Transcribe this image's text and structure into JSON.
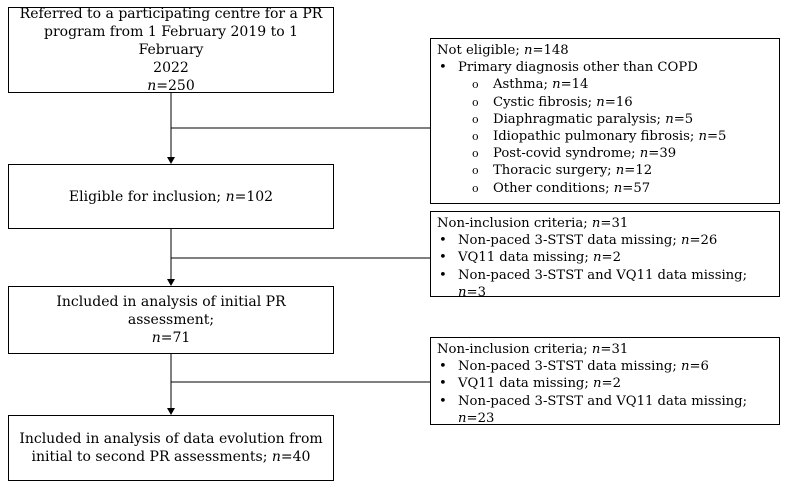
{
  "main_boxes": [
    {
      "lines": [
        "Referred to a participating centre for a PR",
        "program from 1 February 2019 to 1 February",
        "2022"
      ],
      "n": "250"
    },
    {
      "lines": [
        "Eligible for inclusion; "
      ],
      "n": "102",
      "inline": true
    },
    {
      "lines": [
        "Included in analysis of initial PR assessment;"
      ],
      "n": "71"
    },
    {
      "lines": [
        "Included in analysis of data evolution from",
        "initial to second PR assessments; "
      ],
      "n": "40",
      "inline": true
    }
  ],
  "side_boxes": [
    {
      "title": "Not eligible; ",
      "title_n": "148",
      "items": [
        {
          "text": "Primary diagnosis other than COPD",
          "n": "",
          "level": 1
        },
        {
          "text": "Asthma; ",
          "n": "14",
          "level": 2
        },
        {
          "text": "Cystic fibrosis; ",
          "n": "16",
          "level": 2
        },
        {
          "text": "Diaphragmatic paralysis; ",
          "n": "5",
          "level": 2
        },
        {
          "text": "Idiopathic pulmonary fibrosis; ",
          "n": "5",
          "level": 2
        },
        {
          "text": "Post-covid syndrome; ",
          "n": "39",
          "level": 2
        },
        {
          "text": "Thoracic surgery; ",
          "n": "12",
          "level": 2
        },
        {
          "text": "Other conditions; ",
          "n": "57",
          "level": 2
        }
      ]
    },
    {
      "title": "Non-inclusion criteria; ",
      "title_n": "31",
      "items": [
        {
          "text": "Non-paced 3-STST data missing; ",
          "n": "26",
          "level": 1
        },
        {
          "text": "VQ11 data missing; ",
          "n": "2",
          "level": 1
        },
        {
          "text": "Non-paced 3-STST and VQ11 data missing; ",
          "n": "3",
          "level": 1
        }
      ]
    },
    {
      "title": "Non-inclusion criteria; ",
      "title_n": "31",
      "items": [
        {
          "text": "Non-paced 3-STST data missing; ",
          "n": "6",
          "level": 1
        },
        {
          "text": "VQ11 data missing; ",
          "n": "2",
          "level": 1
        },
        {
          "text": "Non-paced 3-STST and VQ11 data missing; ",
          "n": "23",
          "level": 1
        }
      ]
    }
  ],
  "n_symbol": "n",
  "n_equals": "="
}
